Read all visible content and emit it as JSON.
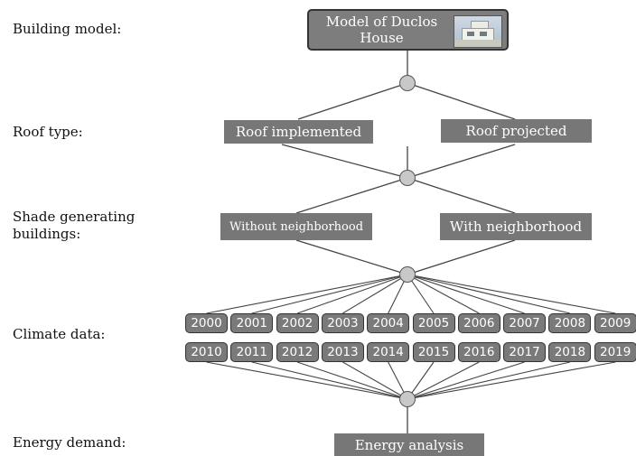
{
  "labels": {
    "building_model": "Building model:",
    "roof_type": "Roof type:",
    "shade_line1": "Shade generating",
    "shade_line2": "buildings:",
    "climate_data": "Climate data:",
    "energy_demand": "Energy demand:"
  },
  "model": {
    "line1": "Model of Duclos",
    "line2": "House",
    "thumbnail_icon": "house-thumbnail-icon"
  },
  "roof": {
    "implemented": "Roof implemented",
    "projected": "Roof projected"
  },
  "shade": {
    "without": "Without neighborhood",
    "with": "With neighborhood"
  },
  "climate": {
    "years_row1": [
      "2000",
      "2001",
      "2002",
      "2003",
      "2004",
      "2005",
      "2006",
      "2007",
      "2008",
      "2009"
    ],
    "years_row2": [
      "2010",
      "2011",
      "2012",
      "2013",
      "2014",
      "2015",
      "2016",
      "2017",
      "2018",
      "2019"
    ]
  },
  "energy": {
    "analysis": "Energy analysis"
  },
  "colors": {
    "box_fill": "#777777",
    "node_fill": "#c8c8c8",
    "line": "#444444"
  }
}
